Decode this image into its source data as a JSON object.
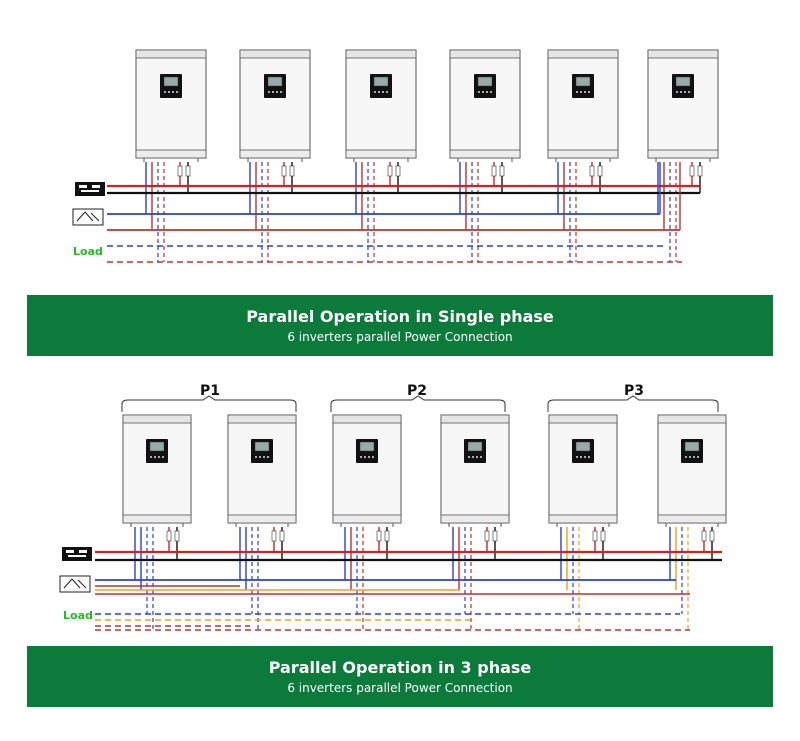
{
  "diagram_top": {
    "load_label": "Load",
    "inverter_count": 6
  },
  "banner_single": {
    "title": "Parallel Operation in Single phase",
    "subtitle": "6 inverters parallel  Power Connection"
  },
  "diagram_bottom": {
    "load_label": "Load",
    "groups": [
      "P1",
      "P2",
      "P3"
    ]
  },
  "banner_three": {
    "title": "Parallel Operation in 3 phase",
    "subtitle": "6 inverters parallel  Power Connection"
  },
  "colors": {
    "banner": "#0b7a3b",
    "battery_pos": "#d42020",
    "battery_neg": "#111111",
    "phase_blue": "#2a3fd6",
    "phase_red": "#c23030",
    "phase_orange": "#f0a020",
    "load_green": "#22bb22"
  }
}
